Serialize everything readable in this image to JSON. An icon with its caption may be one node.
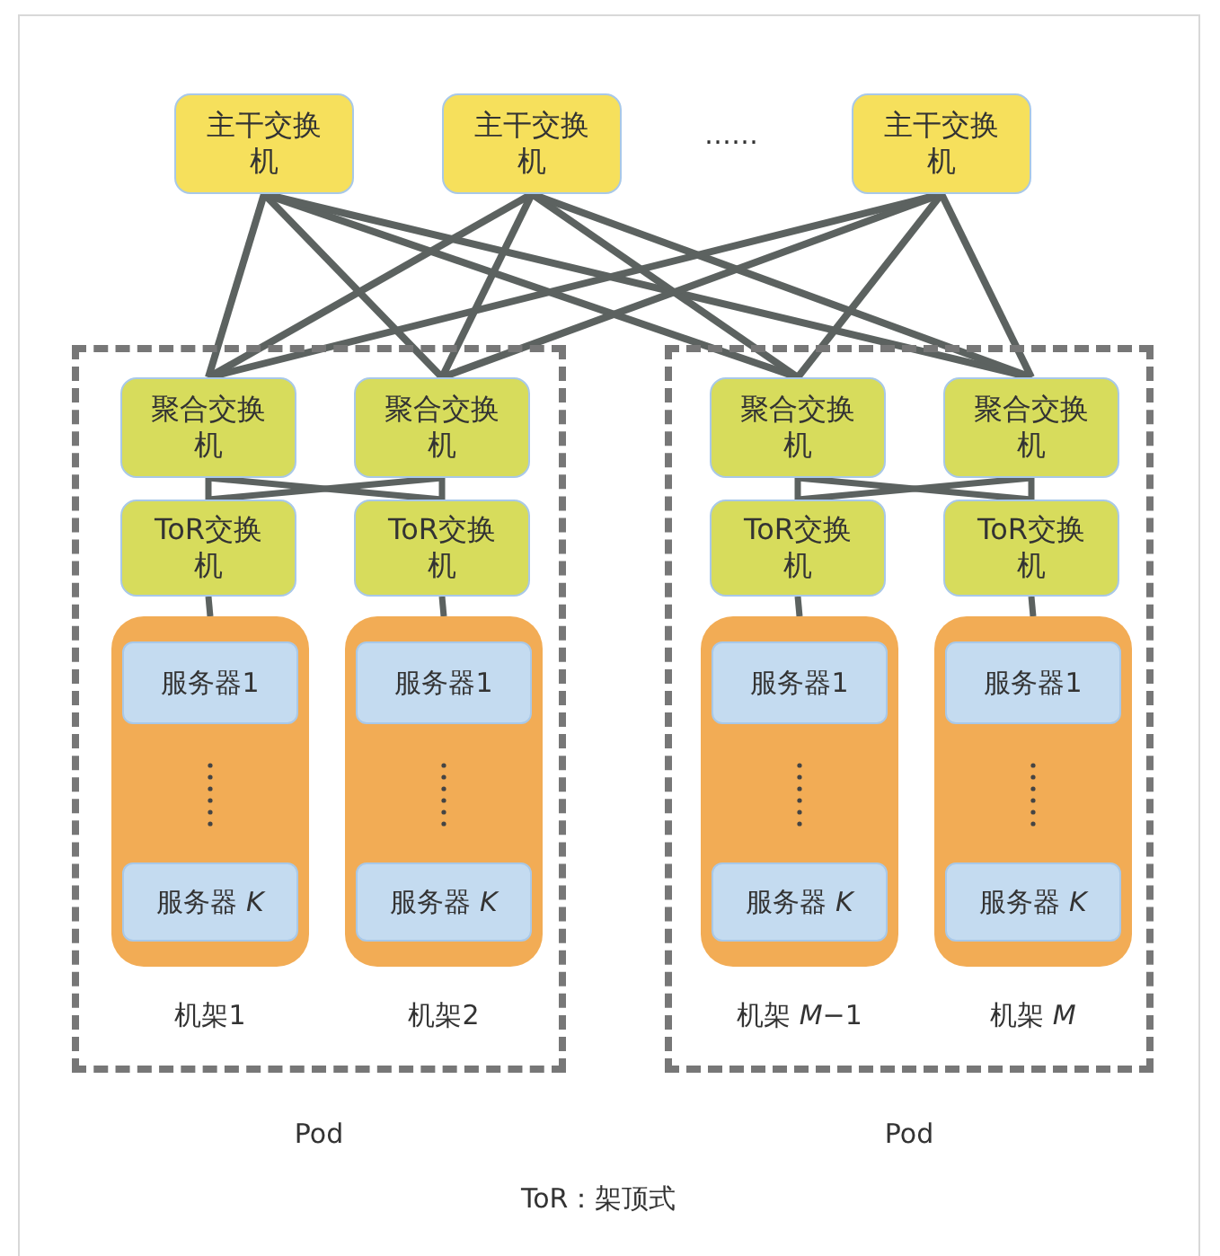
{
  "diagram": {
    "nodes": [
      {
        "text": [
          "主干交换机"
        ]
      },
      {
        "text": [
          "主干交换机"
        ]
      },
      {
        "text": [
          "主干交换机"
        ]
      },
      {
        "text": [
          "Pod"
        ]
      },
      {
        "text": [
          "聚合交换机"
        ],
        "in": 3
      },
      {
        "text": [
          "聚合交换机"
        ],
        "in": 3
      },
      {
        "text": [
          "ToR交换机"
        ],
        "in": 3
      },
      {
        "text": [
          "ToR交换机"
        ],
        "in": 3
      },
      {
        "text": [
          "机架1"
        ],
        "in": 3
      },
      {
        "text": [
          "服务器1"
        ],
        "in": 8
      },
      {
        "text": [
          "服务器 *K*"
        ],
        "in": 8
      },
      {
        "text": [
          "机架2"
        ],
        "in": 3
      },
      {
        "text": [
          "服务器1"
        ],
        "in": 11
      },
      {
        "text": [
          "服务器 *K*"
        ],
        "in": 11
      },
      {
        "text": [
          "Pod"
        ]
      },
      {
        "text": [
          "聚合交换机"
        ],
        "in": 14
      },
      {
        "text": [
          "聚合交换机"
        ],
        "in": 14
      },
      {
        "text": [
          "ToR交换机"
        ],
        "in": 14
      },
      {
        "text": [
          "ToR交换机"
        ],
        "in": 14
      },
      {
        "text": [
          "机架 *M*−1"
        ],
        "in": 14
      },
      {
        "text": [
          "服务器1"
        ],
        "in": 19
      },
      {
        "text": [
          "服务器 *K*"
        ],
        "in": 19
      },
      {
        "text": [
          "机架 *M*"
        ],
        "in": 14
      },
      {
        "text": [
          "服务器1"
        ],
        "in": 22
      },
      {
        "text": [
          "服务器 *K*"
        ],
        "in": 22
      }
    ],
    "edges": [
      {
        "from": 0,
        "to": 4,
        "arrow": "none"
      },
      {
        "from": 0,
        "to": 5,
        "arrow": "none"
      },
      {
        "from": 0,
        "to": 15,
        "arrow": "none"
      },
      {
        "from": 0,
        "to": 16,
        "arrow": "none"
      },
      {
        "from": 1,
        "to": 4,
        "arrow": "none"
      },
      {
        "from": 1,
        "to": 5,
        "arrow": "none"
      },
      {
        "from": 1,
        "to": 15,
        "arrow": "none"
      },
      {
        "from": 1,
        "to": 16,
        "arrow": "none"
      },
      {
        "from": 2,
        "to": 4,
        "arrow": "none"
      },
      {
        "from": 2,
        "to": 5,
        "arrow": "none"
      },
      {
        "from": 2,
        "to": 15,
        "arrow": "none"
      },
      {
        "from": 2,
        "to": 16,
        "arrow": "none"
      },
      {
        "from": 4,
        "to": 6,
        "arrow": "none"
      },
      {
        "from": 4,
        "to": 7,
        "arrow": "none"
      },
      {
        "from": 5,
        "to": 6,
        "arrow": "none"
      },
      {
        "from": 5,
        "to": 7,
        "arrow": "none"
      },
      {
        "from": 15,
        "to": 17,
        "arrow": "none"
      },
      {
        "from": 15,
        "to": 18,
        "arrow": "none"
      },
      {
        "from": 16,
        "to": 17,
        "arrow": "none"
      },
      {
        "from": 16,
        "to": 18,
        "arrow": "none"
      },
      {
        "from": 6,
        "to": 8,
        "arrow": "none"
      },
      {
        "from": 7,
        "to": 11,
        "arrow": "none"
      },
      {
        "from": 17,
        "to": 19,
        "arrow": "none"
      },
      {
        "from": 18,
        "to": 22,
        "arrow": "none"
      }
    ],
    "labels": [
      "……",
      "ToR：架顶式"
    ]
  }
}
